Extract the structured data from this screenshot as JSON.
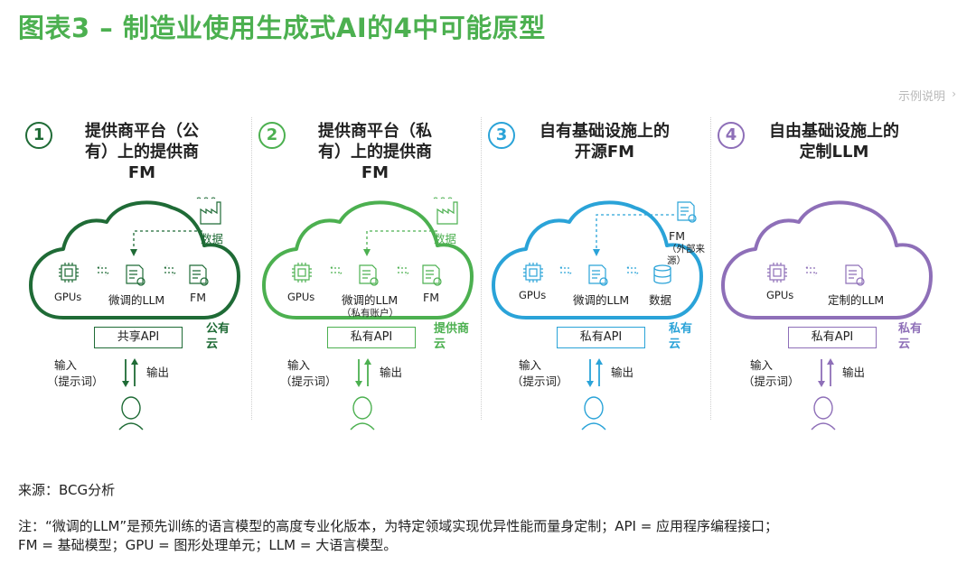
{
  "title": "图表3 – 制造业使用生成式AI的4中可能原型",
  "legend_link": "示例说明",
  "colors": {
    "title": "#4cb050",
    "c1": "#1f6b36",
    "c2": "#4cb050",
    "c3": "#2aa3d8",
    "c4": "#8e6fb8"
  },
  "columns": [
    {
      "num": "1",
      "heading": [
        "提供商平台（公",
        "有）上的提供商",
        "FM"
      ],
      "gpus": "GPUs",
      "llm": "微调的LLM",
      "llm_sub": "",
      "right": "FM",
      "data_top": "数据",
      "data_top_sub": "",
      "api": "共享API",
      "cloud": "公有云",
      "input": "输入",
      "prompt": "（提示词）",
      "output": "输出"
    },
    {
      "num": "2",
      "heading": [
        "提供商平台（私",
        "有）上的提供商",
        "FM"
      ],
      "gpus": "GPUs",
      "llm": "微调的LLM",
      "llm_sub": "（私有账户）",
      "right": "FM",
      "data_top": "数据",
      "data_top_sub": "",
      "api": "私有API",
      "cloud": "提供商云",
      "input": "输入",
      "prompt": "（提示词）",
      "output": "输出"
    },
    {
      "num": "3",
      "heading": [
        "自有基础设施上的",
        "开源FM"
      ],
      "gpus": "GPUs",
      "llm": "微调的LLM",
      "llm_sub": "",
      "right": "数据",
      "data_top": "FM",
      "data_top_sub": "（外部来源）",
      "api": "私有API",
      "cloud": "私有云",
      "input": "输入",
      "prompt": "（提示词）",
      "output": "输出"
    },
    {
      "num": "4",
      "heading": [
        "自由基础设施上的",
        "定制LLM"
      ],
      "gpus": "GPUs",
      "llm": "定制的LLM",
      "llm_sub": "",
      "right": "",
      "data_top": "",
      "data_top_sub": "",
      "api": "私有API",
      "cloud": "私有云",
      "input": "输入",
      "prompt": "（提示词）",
      "output": "输出"
    }
  ],
  "source": "来源：BCG分析",
  "note_line1": "注：“微调的LLM”是预先训练的语言模型的高度专业化版本，为特定领域实现优异性能而量身定制；API = 应用程序编程接口；",
  "note_line2": "FM = 基础模型；GPU = 图形处理单元；LLM = 大语言模型。"
}
